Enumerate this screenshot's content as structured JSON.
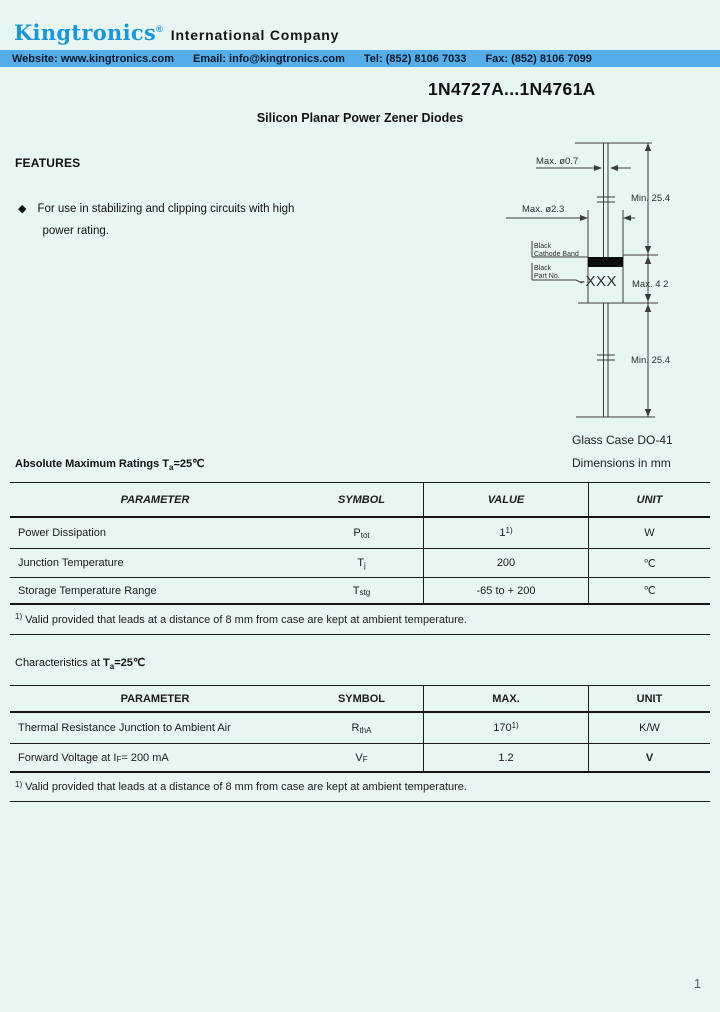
{
  "colors": {
    "page_bg": "#e7f6f2",
    "bar_bg": "#55aee9",
    "brand_blue": "#1b96d6"
  },
  "header": {
    "brand": "Kingtronics",
    "registered": "®",
    "company": "International Company",
    "contacts": {
      "website": "Website: www.kingtronics.com",
      "email": "Email: info@kingtronics.com",
      "tel": "Tel: (852) 8106 7033",
      "fax": "Fax: (852) 8106 7099"
    }
  },
  "title": "1N4727A...1N4761A",
  "subtitle": "Silicon Planar Power Zener Diodes",
  "features": {
    "heading": "FEATURES",
    "bullet": "◆",
    "line1": "For use in stabilizing and clipping circuits with high",
    "line2": "power rating."
  },
  "diagram": {
    "lead_diameter": "Max. ø0.7",
    "body_diameter": "Max. ø2.3",
    "lead_length_top": "Min. 25.4",
    "lead_length_bottom": "Min. 25.4",
    "body_length": "Max. 4 2",
    "cathode_label_line1": "Black",
    "cathode_label_line2": "Cathode Band",
    "part_label_line1": "Black",
    "part_label_line2": "Part No.",
    "marking": "-XXX",
    "caption_case": "Glass Case DO-41",
    "caption_units": "Dimensions in mm"
  },
  "abs_max": {
    "heading_prefix": "Absolute Maximum Ratings ",
    "heading_t": "T",
    "heading_sub": "a",
    "heading_rest": "=25℃",
    "columns": [
      "PARAMETER",
      "SYMBOL",
      "VALUE",
      "UNIT"
    ],
    "rows": [
      {
        "param": "Power Dissipation",
        "sym_base": "P",
        "sym_sub": "tot",
        "value": "1",
        "value_sup": "1)",
        "unit": "W"
      },
      {
        "param": "Junction Temperature",
        "sym_base": "T",
        "sym_sub": "j",
        "value": "200",
        "value_sup": "",
        "unit": "℃"
      },
      {
        "param": "Storage Temperature Range",
        "sym_base": "T",
        "sym_sub": "stg",
        "value": "-65 to + 200",
        "value_sup": "",
        "unit": "℃"
      }
    ],
    "footnote_sup": "1)",
    "footnote": "Valid provided that leads at a distance of 8 mm from case are kept at ambient temperature."
  },
  "characteristics": {
    "heading_prefix": "Characteristics at ",
    "heading_t": "T",
    "heading_sub": "a",
    "heading_rest": "=25℃",
    "columns": [
      "PARAMETER",
      "SYMBOL",
      "MAX.",
      "UNIT"
    ],
    "rows": [
      {
        "param_base": "Thermal Resistance Junction to Ambient Air",
        "param_sub": "",
        "param_rest": "",
        "sym_base": "R",
        "sym_sub": "thA",
        "value": "170",
        "value_sup": "1)",
        "unit": "K/W"
      },
      {
        "param_base": "Forward Voltage at I",
        "param_sub": "F",
        "param_rest": " = 200 mA",
        "sym_base": "V",
        "sym_sub": "F",
        "value": "1.2",
        "value_sup": "",
        "unit": "V"
      }
    ],
    "footnote_sup": "1)",
    "footnote": "Valid provided that leads at a distance of 8 mm from case are kept at ambient temperature."
  },
  "page_number": "1"
}
